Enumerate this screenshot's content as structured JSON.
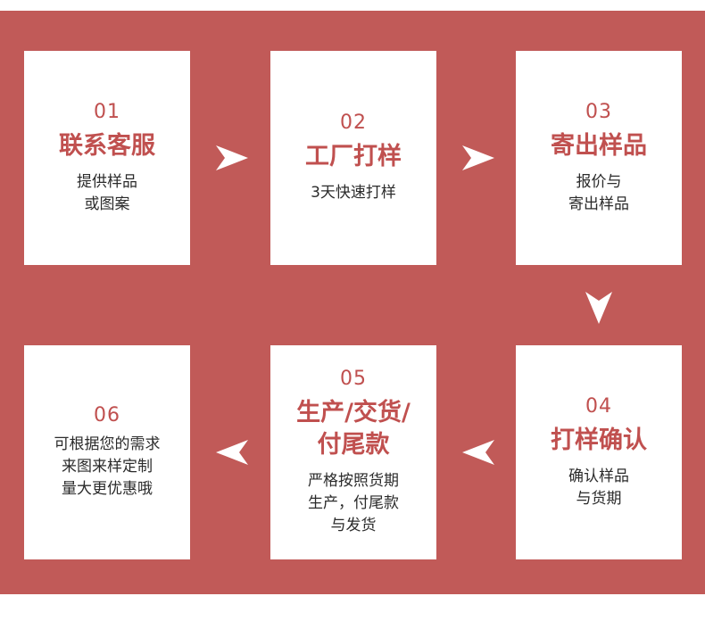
{
  "steps": [
    {
      "num": "01",
      "title": "联系客服",
      "desc": "提供样品\n或图案"
    },
    {
      "num": "02",
      "title": "工厂打样",
      "desc": "3天快速打样"
    },
    {
      "num": "03",
      "title": "寄出样品",
      "desc": "报价与\n寄出样品"
    },
    {
      "num": "04",
      "title": "打样确认",
      "desc": "确认样品\n与货期"
    },
    {
      "num": "05",
      "title": "生产/交货/\n付尾款",
      "desc": "严格按照货期\n生产，付尾款\n与发货"
    },
    {
      "num": "06",
      "title": "",
      "desc": "可根据您的需求\n来图来样定制\n量大更优惠哦"
    }
  ],
  "colors": {
    "background": "#c15a58",
    "accent": "#c0504f",
    "card": "#ffffff",
    "text": "#2b2b2b"
  },
  "icons": [
    "arrow-right-icon",
    "arrow-down-icon",
    "arrow-left-icon"
  ]
}
